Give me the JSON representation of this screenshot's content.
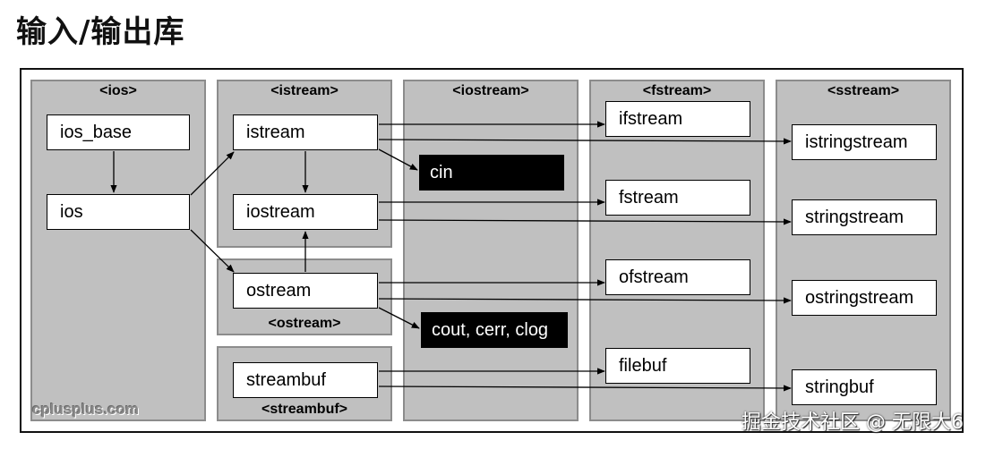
{
  "title": "输入/输出库",
  "columns": {
    "ios": "<ios>",
    "istream": "<istream>",
    "iostream": "<iostream>",
    "fstream": "<fstream>",
    "sstream": "<sstream>"
  },
  "subheaders": {
    "ostream": "<ostream>",
    "streambuf": "<streambuf>"
  },
  "classes": {
    "ios_base": "ios_base",
    "ios": "ios",
    "istream": "istream",
    "iostream": "iostream",
    "ostream": "ostream",
    "streambuf": "streambuf",
    "ifstream": "ifstream",
    "fstream": "fstream",
    "ofstream": "ofstream",
    "filebuf": "filebuf",
    "istringstream": "istringstream",
    "stringstream": "stringstream",
    "ostringstream": "ostringstream",
    "stringbuf": "stringbuf"
  },
  "objects": {
    "cin": "cin",
    "cout_cerr_clog": "cout, cerr, clog"
  },
  "source": "cplusplus.com",
  "watermark": "掘金技术社区 @ 无限大6"
}
